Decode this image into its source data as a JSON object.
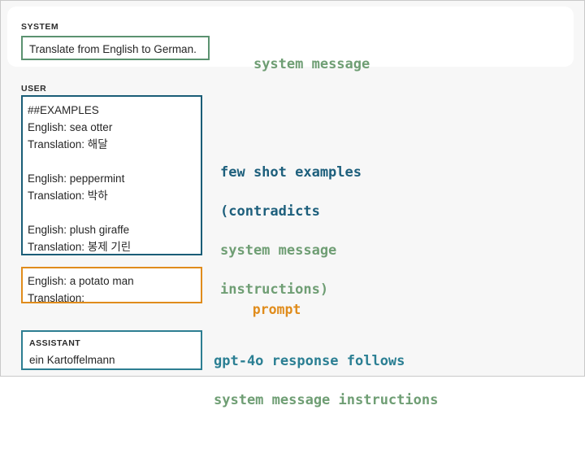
{
  "page": {
    "background": "#f7f7f7",
    "border_color": "#c9c9c9"
  },
  "colors": {
    "green": "#5b9270",
    "annotation_green": "#6f9e74",
    "dark_blue": "#1a5d77",
    "annotation_blue": "#1d5f7c",
    "orange": "#e08c1c",
    "teal": "#2d7e92",
    "annotation_teal": "#2b7f93",
    "text": "#262626"
  },
  "system": {
    "label": "SYSTEM",
    "message": "Translate from English to German.",
    "annotation": "system message"
  },
  "user": {
    "label": "USER",
    "examples_text": "##EXAMPLES\nEnglish: sea otter\nTranslation: 해달\n\nEnglish: peppermint\nTranslation: 박하\n\nEnglish: plush giraffe\nTranslation: 봉제 기린",
    "examples": [
      {
        "heading": "##EXAMPLES"
      },
      {
        "english": "English: sea otter",
        "translation": "Translation: 해달"
      },
      {
        "english": "English: peppermint",
        "translation": "Translation: 박하"
      },
      {
        "english": "English: plush giraffe",
        "translation": "Translation: 봉제 기린"
      }
    ],
    "annotation_line1": "few shot examples",
    "annotation_line2": "(contradicts",
    "annotation_line3": "system message",
    "annotation_line4": "instructions)"
  },
  "prompt": {
    "text": "English: a potato man\nTranslation:",
    "english": "English: a potato man",
    "translation_prefix": "Translation:",
    "annotation": "prompt"
  },
  "assistant": {
    "label": "ASSISTANT",
    "message": "ein Kartoffelmann",
    "annotation_line1": "gpt-4o response follows",
    "annotation_line2": "system message instructions"
  }
}
